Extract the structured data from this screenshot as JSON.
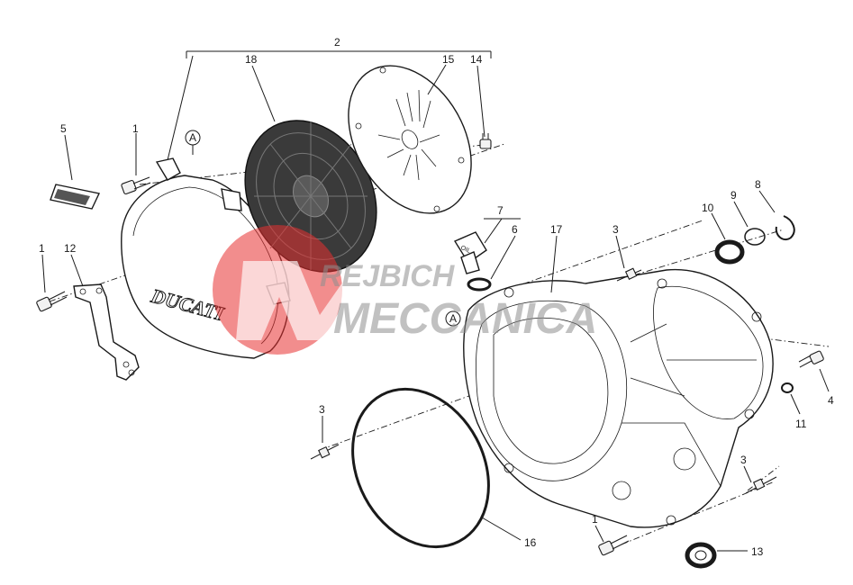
{
  "callouts": {
    "c1a": "1",
    "c1b": "1",
    "c1c": "1",
    "c2": "2",
    "c3a": "3",
    "c3b": "3",
    "c3c": "3",
    "c4": "4",
    "c5": "5",
    "c6": "6",
    "c7": "7",
    "c8": "8",
    "c9": "9",
    "c10": "10",
    "c11": "11",
    "c12": "12",
    "c13": "13",
    "c14": "14",
    "c15": "15",
    "c16": "16",
    "c17": "17",
    "c18": "18"
  },
  "reference_markers": {
    "a1": "A",
    "a2": "A"
  },
  "brand_text": "DUCATI",
  "oil_text": "OIL",
  "watermark": {
    "line1": "REJBICH",
    "line2": "MECCANICA",
    "color": "#e8302f"
  },
  "colors": {
    "line": "#1a1a1a",
    "background": "#ffffff"
  }
}
